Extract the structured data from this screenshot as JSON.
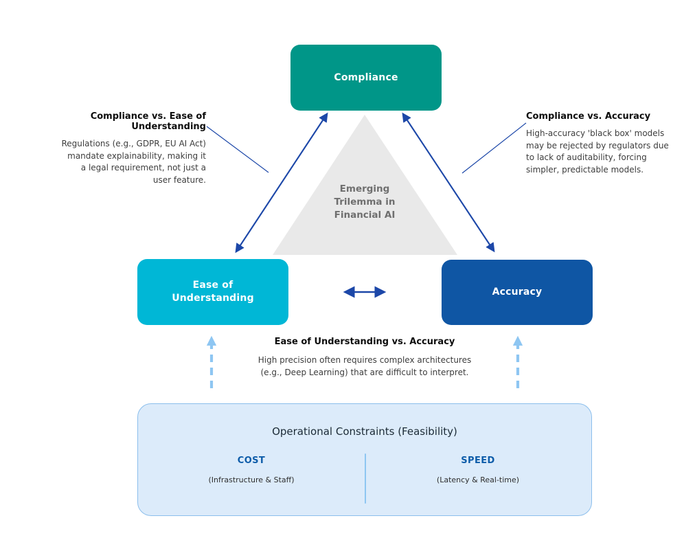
{
  "diagram": {
    "center_label": "Emerging\nTrilemma in\nFinancial AI"
  },
  "nodes": {
    "compliance": {
      "label": "Compliance"
    },
    "ease_of_understanding": {
      "label": "Ease of\nUnderstanding"
    },
    "accuracy": {
      "label": "Accuracy"
    }
  },
  "annotations": {
    "compliance_vs_ease": {
      "title": "Compliance vs. Ease of Understanding",
      "body": "Regulations (e.g., GDPR, EU AI Act)\nmandate explainability, making it\na legal requirement, not just a\nuser feature."
    },
    "compliance_vs_accuracy": {
      "title": "Compliance vs. Accuracy",
      "body": "High-accuracy 'black box' models\nmay be rejected by regulators due\nto lack of auditability, forcing\nsimpler, predictable models."
    },
    "ease_vs_accuracy": {
      "title": "Ease of Understanding vs. Accuracy",
      "body": "High precision often requires complex architectures\n(e.g., Deep Learning) that are difficult to interpret."
    }
  },
  "constraints": {
    "title": "Operational Constraints (Feasibility)",
    "items": [
      {
        "label": "COST",
        "sub": "(Infrastructure & Staff)"
      },
      {
        "label": "SPEED",
        "sub": "(Latency & Real-time)"
      }
    ]
  },
  "colors": {
    "compliance": "#009688",
    "ease_of_understanding": "#00b7d6",
    "accuracy": "#0f56a4",
    "arrow": "#1c47a8",
    "dashed_arrow": "#8ec6f2",
    "triangle": "#e9e9e9",
    "panel_bg": "#dcebfa",
    "panel_border": "#8bbeec",
    "constraint_label": "#0d5ca9"
  }
}
